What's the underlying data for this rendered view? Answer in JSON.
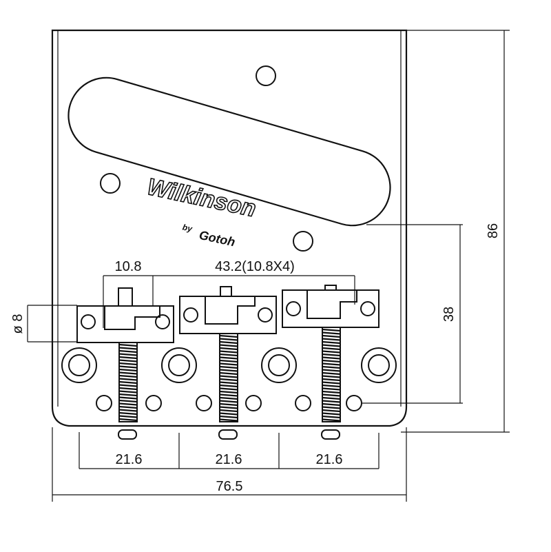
{
  "dimensions": {
    "saddle_offset": "10.8",
    "saddle_span": "43.2(10.8X4)",
    "hole_diameter": "ø 8",
    "screw_spacing_1": "21.6",
    "screw_spacing_2": "21.6",
    "screw_spacing_3": "21.6",
    "total_width": "76.5",
    "total_height": "86",
    "pickup_to_screw": "38"
  },
  "logo": {
    "brand": "Wilkinson",
    "by": "by",
    "maker": "Gotoh"
  },
  "colors": {
    "line": "#111111",
    "background": "#ffffff"
  }
}
